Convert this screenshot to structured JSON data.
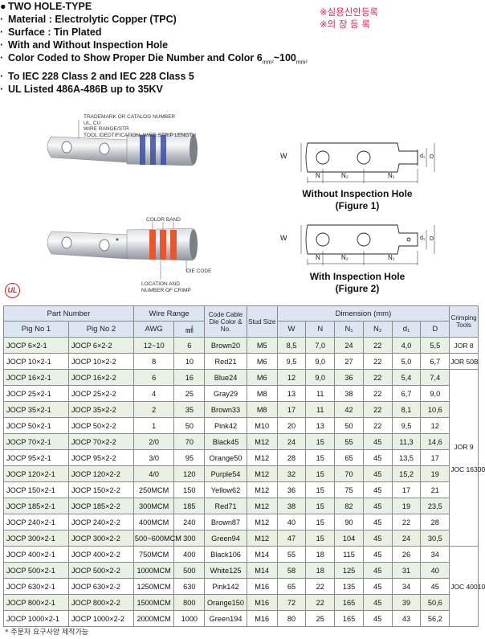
{
  "header": {
    "bullet_title": "●",
    "title": "TWO HOLE-TYPE",
    "features": [
      "Material : Electrolytic Copper (TPC)",
      "Surface : Tin Plated",
      "With and Without Inspection Hole",
      "Color Coded to Show Proper Die Number and Color 6",
      "To IEC 228 Class 2 and IEC 228 Class 5",
      "UL Listed 486A-486B up to 35KV"
    ],
    "color_range_suffix_a": "mm²",
    "color_range_mid": "~100",
    "color_range_suffix_b": "mm²",
    "korean_notes": [
      "※실용신안등록",
      "※의 장 등 록"
    ]
  },
  "figure1": {
    "labels": [
      "TRADEMARK OR CATALOG NUMBER",
      "UL, CU",
      "WIRE RANGE/STR",
      "TOOL IDEDTIFICATION, WIRE STRIP LENGTH"
    ],
    "caption_line1": "Without Inspection Hole",
    "caption_line2": "(Figure 1)",
    "dim_w": "W",
    "dim_n": "N",
    "dim_n2": "N₂",
    "dim_n1": "N₁",
    "dim_d1": "d₁",
    "dim_d": "D"
  },
  "figure2": {
    "color_band": "COLOR BAND",
    "die_code": "DIE CODE",
    "location_line1": "LOCATION AND",
    "location_line2": "NUMBER OF CRIMP",
    "caption_line1": "With Inspection Hole",
    "caption_line2": "(Figure 2)",
    "dim_w": "W",
    "dim_n": "N",
    "dim_n2": "N₂",
    "dim_n1": "N₁",
    "dim_d1": "d₁",
    "dim_d": "D"
  },
  "ul_logo": "UL",
  "table": {
    "headers": {
      "part_number": "Part Number",
      "wire_range": "Wire Range",
      "code_cable": "Code Cable Die Color & No.",
      "stud_size": "Stud Size",
      "dimension": "Dimension (mm)",
      "crimping_tools": "Crimping Tools",
      "pig_no1": "Pig No 1",
      "pig_no2": "Pig No 2",
      "awg": "AWG",
      "mm2": "㎟",
      "w": "W",
      "n": "N",
      "n1": "N₁",
      "n2": "N₂",
      "d1": "d₁",
      "d": "D"
    },
    "rows": [
      [
        "JOCP 6×2-1",
        "JOCP 6×2-2",
        "12~10",
        "6",
        "Brown20",
        "M5",
        "8,5",
        "7,0",
        "24",
        "22",
        "4,0",
        "5,5"
      ],
      [
        "JOCP 10×2-1",
        "JOCP 10×2-2",
        "8",
        "10",
        "Red21",
        "M6",
        "9,5",
        "9,0",
        "27",
        "22",
        "5,0",
        "6,7"
      ],
      [
        "JOCP 16×2-1",
        "JOCP 16×2-2",
        "6",
        "16",
        "Blue24",
        "M6",
        "12",
        "9,0",
        "36",
        "22",
        "5,4",
        "7,4"
      ],
      [
        "JOCP 25×2-1",
        "JOCP 25×2-2",
        "4",
        "25",
        "Gray29",
        "M8",
        "13",
        "11",
        "38",
        "22",
        "6,7",
        "9,0"
      ],
      [
        "JOCP 35×2-1",
        "JOCP 35×2-2",
        "2",
        "35",
        "Brown33",
        "M8",
        "17",
        "11",
        "42",
        "22",
        "8,1",
        "10,6"
      ],
      [
        "JOCP 50×2-1",
        "JOCP 50×2-2",
        "1",
        "50",
        "Pink42",
        "M10",
        "20",
        "13",
        "50",
        "22",
        "9,5",
        "12"
      ],
      [
        "JOCP 70×2-1",
        "JOCP 70×2-2",
        "2/0",
        "70",
        "Black45",
        "M12",
        "24",
        "15",
        "55",
        "45",
        "11,3",
        "14,6"
      ],
      [
        "JOCP 95×2-1",
        "JOCP 95×2-2",
        "3/0",
        "95",
        "Orange50",
        "M12",
        "28",
        "15",
        "65",
        "45",
        "13,5",
        "17"
      ],
      [
        "JOCP 120×2-1",
        "JOCP 120×2-2",
        "4/0",
        "120",
        "Purple54",
        "M12",
        "32",
        "15",
        "70",
        "45",
        "15,2",
        "19"
      ],
      [
        "JOCP 150×2-1",
        "JOCP 150×2-2",
        "250MCM",
        "150",
        "Yellow62",
        "M12",
        "36",
        "15",
        "75",
        "45",
        "17",
        "21"
      ],
      [
        "JOCP 185×2-1",
        "JOCP 185×2-2",
        "300MCM",
        "185",
        "Red71",
        "M12",
        "38",
        "15",
        "82",
        "45",
        "19",
        "23,5"
      ],
      [
        "JOCP 240×2-1",
        "JOCP 240×2-2",
        "400MCM",
        "240",
        "Brown87",
        "M12",
        "40",
        "15",
        "90",
        "45",
        "22",
        "28"
      ],
      [
        "JOCP 300×2-1",
        "JOCP 300×2-2",
        "500~600MCM",
        "300",
        "Green94",
        "M12",
        "47",
        "15",
        "104",
        "45",
        "24",
        "30,5"
      ],
      [
        "JOCP 400×2-1",
        "JOCP 400×2-2",
        "750MCM",
        "400",
        "Black106",
        "M14",
        "55",
        "18",
        "115",
        "45",
        "26",
        "34"
      ],
      [
        "JOCP 500×2-1",
        "JOCP 500×2-2",
        "1000MCM",
        "500",
        "White125",
        "M14",
        "58",
        "18",
        "125",
        "45",
        "31",
        "40"
      ],
      [
        "JOCP 630×2-1",
        "JOCP 630×2-2",
        "1250MCM",
        "630",
        "Pink142",
        "M16",
        "65",
        "22",
        "135",
        "45",
        "34",
        "45"
      ],
      [
        "JOCP 800×2-1",
        "JOCP 800×2-2",
        "1500MCM",
        "800",
        "Orange150",
        "M16",
        "72",
        "22",
        "165",
        "45",
        "39",
        "50,6"
      ],
      [
        "JOCP 1000×2-1",
        "JOCP 1000×2-2",
        "2000MCM",
        "1000",
        "Green194",
        "M16",
        "80",
        "25",
        "165",
        "45",
        "43",
        "56,2"
      ]
    ],
    "tools": {
      "jor8": "JOR 8",
      "jor50b": "JOR 50B",
      "jor9": "JOR 9",
      "joc16300": "JOC 16300",
      "joc40010": "JOC 40010"
    }
  },
  "footnote": "* 주문자 요구사양 제작가능",
  "colors": {
    "header_bg": "#dbe6f2",
    "row_alt": "#e9f1e4",
    "korean_red": "#e0245e",
    "ul_red": "#d62020",
    "color_band": "#e8552f",
    "blue_band": "#3b4da0"
  }
}
